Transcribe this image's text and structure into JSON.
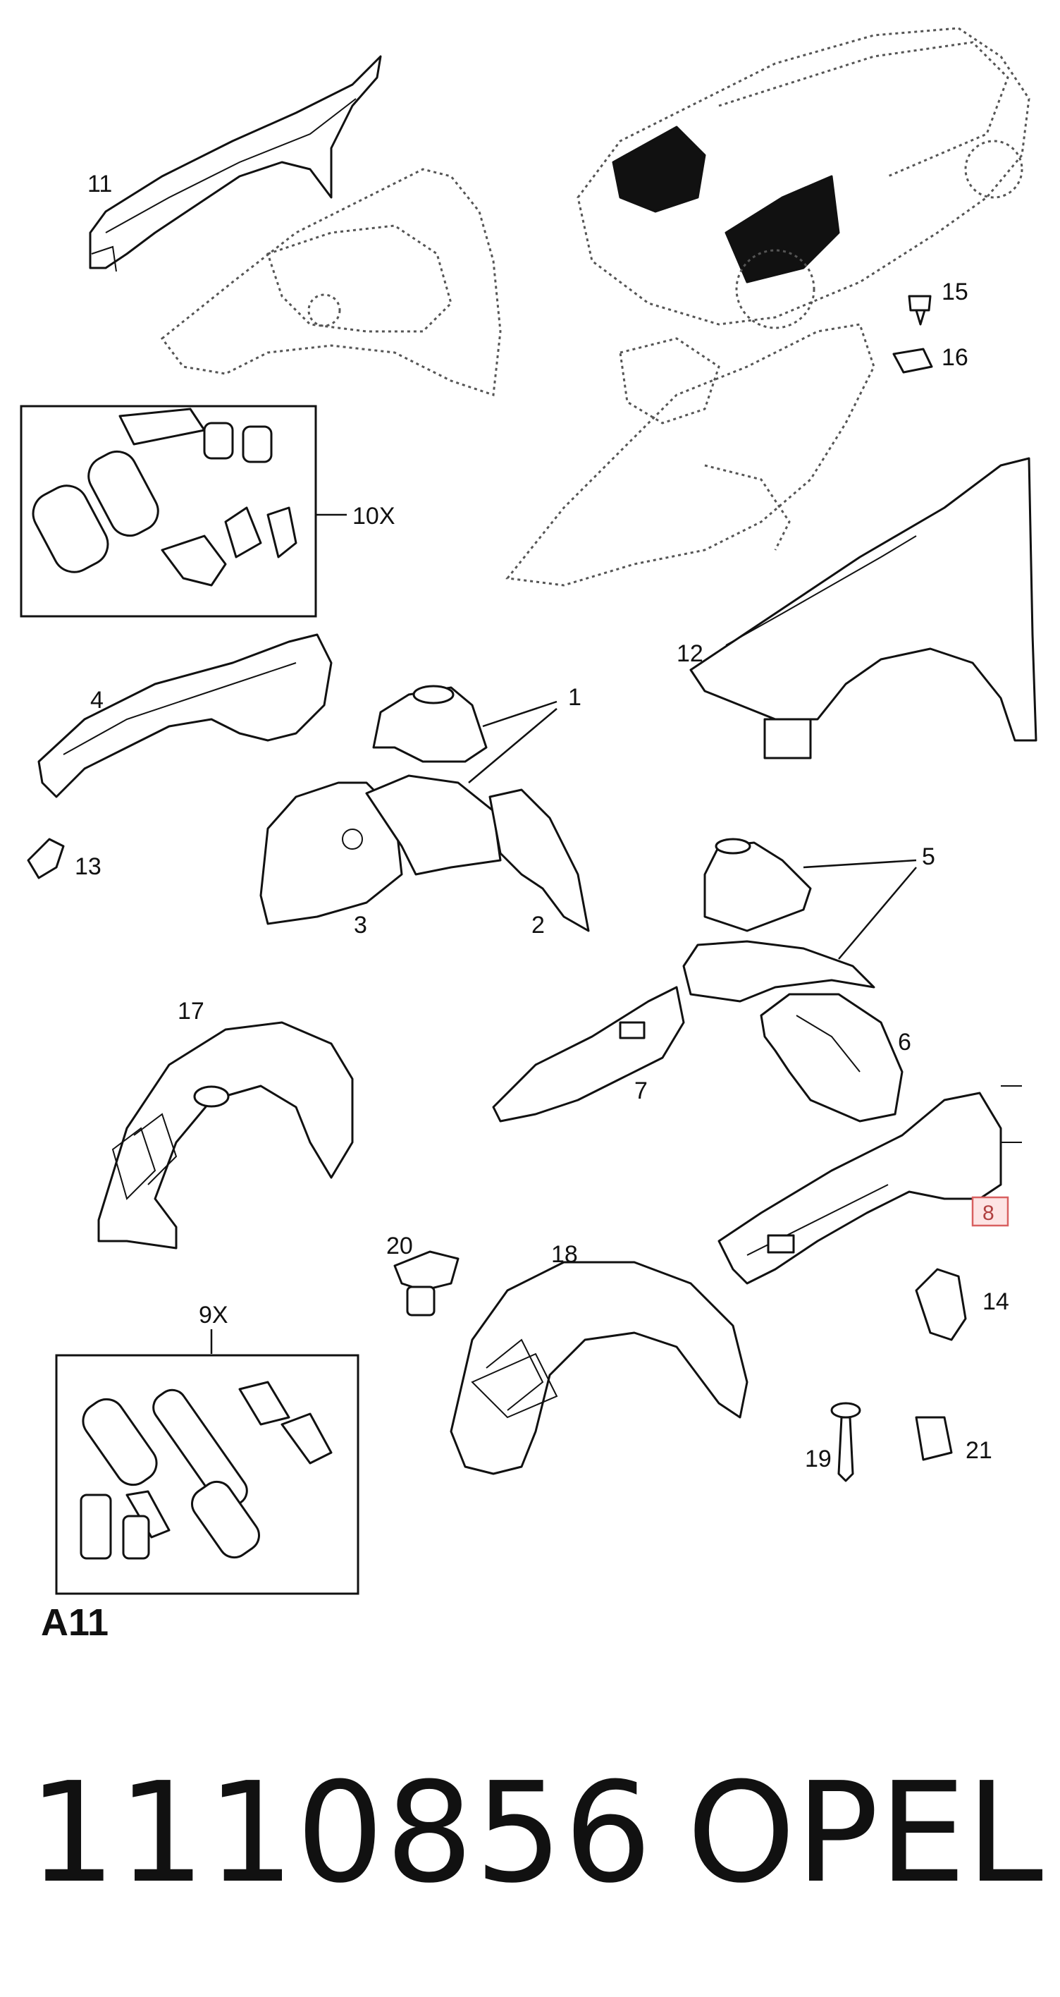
{
  "diagram": {
    "section": "A11",
    "callouts": {
      "c1": "1",
      "c2": "2",
      "c3": "3",
      "c4": "4",
      "c5": "5",
      "c6": "6",
      "c7": "7",
      "c8": "8",
      "c9x": "9X",
      "c10x": "10X",
      "c11": "11",
      "c12": "12",
      "c13": "13",
      "c14": "14",
      "c15": "15",
      "c16": "16",
      "c17": "17",
      "c18": "18",
      "c19": "19",
      "c20": "20",
      "c21": "21"
    },
    "highlight_color": "#d86060"
  },
  "footer": {
    "part_number": "1110856",
    "brand": "OPEL"
  }
}
